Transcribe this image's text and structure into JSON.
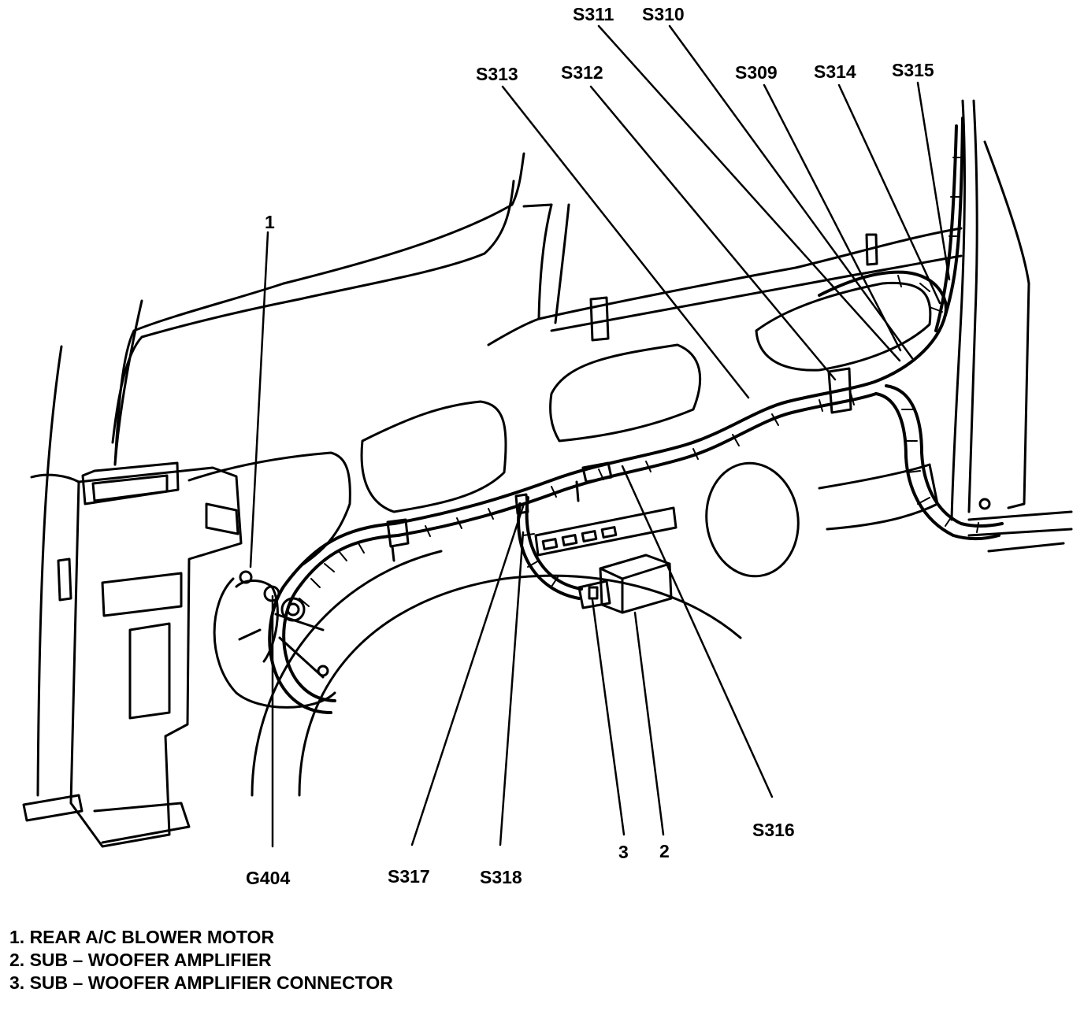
{
  "callouts": {
    "s311": "S311",
    "s310": "S310",
    "s313": "S313",
    "s312": "S312",
    "s309": "S309",
    "s314": "S314",
    "s315": "S315",
    "one": "1",
    "g404": "G404",
    "s317": "S317",
    "s318": "S318",
    "three": "3",
    "two": "2",
    "s316": "S316"
  },
  "legend": [
    "1. REAR A/C BLOWER MOTOR",
    "2. SUB – WOOFER AMPLIFIER",
    "3. SUB – WOOFER AMPLIFIER CONNECTOR"
  ],
  "colors": {
    "ink": "#000000",
    "paper": "#ffffff"
  }
}
